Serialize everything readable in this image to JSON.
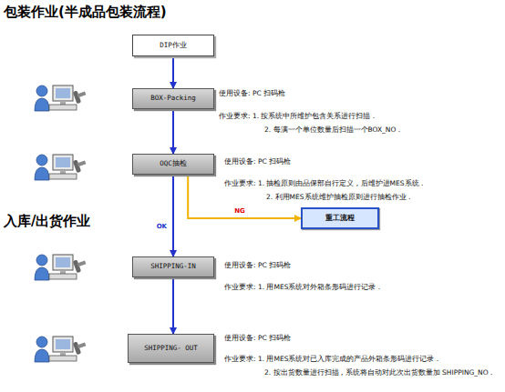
{
  "diagram": {
    "title": "包装作业(半成品包装流程)",
    "nodes": [
      {
        "text": [
          "DIP作业"
        ]
      },
      {
        "text": [
          "BOX-Packing"
        ]
      },
      {
        "text": [
          "OQC抽检"
        ]
      },
      {
        "text": [
          "重工流程"
        ]
      },
      {
        "text": [
          "SHIPPING-IN"
        ]
      },
      {
        "text": [
          "SHIPPING- OUT"
        ]
      }
    ],
    "edges": [
      {
        "from": 0,
        "to": 1,
        "arrow": "to"
      },
      {
        "from": 1,
        "to": 2,
        "arrow": "to"
      },
      {
        "from": 2,
        "to": 3,
        "arrow": "to",
        "label": "NG"
      },
      {
        "from": 2,
        "to": 4,
        "arrow": "to",
        "label": "OK"
      },
      {
        "from": 4,
        "to": 5,
        "arrow": "to"
      }
    ],
    "labels": [
      "入库/出货作业",
      "使用设备: PC 扫码枪",
      "作业要求: 1. 按系统中所维护包含关系进行扫描 .",
      "2. 每满一个单位数量后扫描一个BOX_NO .",
      "使用设备: PC 扫码枪",
      "作业要求: 1. 抽检原则由品保部自行定义 , 后维护进MES系统 .",
      "2. 利用MES系统维护抽检原则进行抽检作业 .",
      "使用设备: PC 扫码枪",
      "作业要求: 1. 用MES系统对外箱条形码进行记录 .",
      "使用设备: PC 扫码枪",
      "作业要求: 1. 用MES系统对已入库完成的产品外箱条形码进行记录 .",
      "2. 按出货数量进行扫描 , 系统将自动对此次出货数量加 SHIPPING_NO ."
    ]
  }
}
